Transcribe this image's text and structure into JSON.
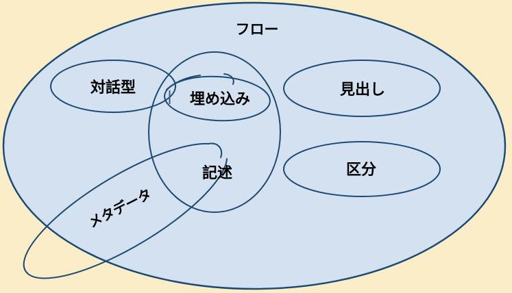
{
  "colors": {
    "background": "#FAEDC8",
    "ellipse-fill": "#D3E1F1",
    "ellipse-stroke": "#1B4A72",
    "label-color": "#000000",
    "tick-color": "#4A5A6A"
  },
  "diagram": {
    "outer_label": "フロー",
    "sets": {
      "interactive": "対話型",
      "embedded": "埋め込み",
      "heading": "見出し",
      "description": "記述",
      "division": "区分",
      "metadata": "メタデータ"
    }
  }
}
